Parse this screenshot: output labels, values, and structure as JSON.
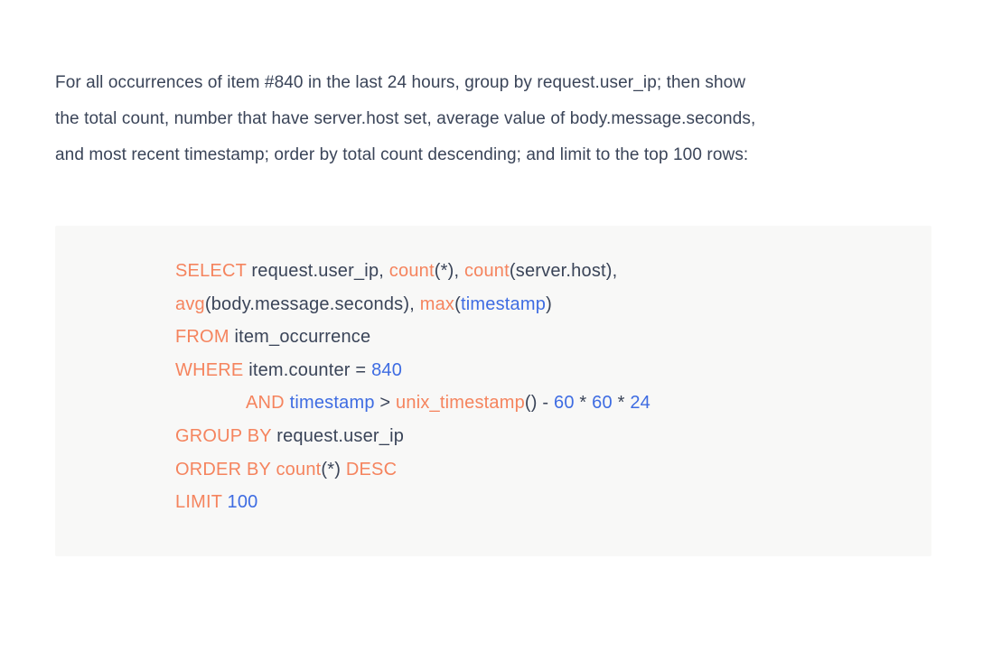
{
  "colors": {
    "page_background": "#FFFFFF",
    "code_background": "#F8F8F7",
    "text": "#3A4458",
    "keyword": "#F5845E",
    "value": "#3E6CE2"
  },
  "prompt": {
    "full_text": "For all occurrences of item #840 in the last 24 hours, group by request.user_ip; then show the total count, number that have server.host set, average value of body.message.seconds, and most recent timestamp; order by total count descending; and limit to the top 100 rows:",
    "lines": [
      "For all occurrences of item #840 in the last 24 hours, group by request.user_ip; then show",
      "the total count, number that have server.host set, average value of body.message.seconds,",
      "and most recent timestamp; order by total count descending; and limit to the top 100 rows:"
    ]
  },
  "code_block": {
    "language": "sql",
    "full_text": "SELECT request.user_ip, count(*), count(server.host), avg(body.message.seconds), max(timestamp) FROM item_occurrence WHERE item.counter = 840 AND timestamp > unix_timestamp() - 60 * 60 * 24 GROUP BY request.user_ip ORDER BY count(*) DESC LIMIT 100",
    "lines": [
      {
        "indent": 0,
        "tokens": [
          {
            "text": "SELECT",
            "type": "kw"
          },
          {
            "text": " request.user_ip, ",
            "type": "plain"
          },
          {
            "text": "count",
            "type": "kw"
          },
          {
            "text": "(*), ",
            "type": "plain"
          },
          {
            "text": "count",
            "type": "kw"
          },
          {
            "text": "(server.host),",
            "type": "plain"
          }
        ]
      },
      {
        "indent": 0,
        "tokens": [
          {
            "text": "avg",
            "type": "kw"
          },
          {
            "text": "(body.message.seconds), ",
            "type": "plain"
          },
          {
            "text": "max",
            "type": "kw"
          },
          {
            "text": "(",
            "type": "plain"
          },
          {
            "text": "timestamp",
            "type": "val"
          },
          {
            "text": ")",
            "type": "plain"
          }
        ]
      },
      {
        "indent": 0,
        "tokens": [
          {
            "text": "FROM",
            "type": "kw"
          },
          {
            "text": " item_occurrence",
            "type": "plain"
          }
        ]
      },
      {
        "indent": 0,
        "tokens": [
          {
            "text": "WHERE",
            "type": "kw"
          },
          {
            "text": " item.counter = ",
            "type": "plain"
          },
          {
            "text": "840",
            "type": "val"
          }
        ]
      },
      {
        "indent": 1,
        "tokens": [
          {
            "text": "AND",
            "type": "kw"
          },
          {
            "text": " ",
            "type": "plain"
          },
          {
            "text": "timestamp",
            "type": "val"
          },
          {
            "text": " > ",
            "type": "plain"
          },
          {
            "text": "unix_timestamp",
            "type": "kw"
          },
          {
            "text": "() - ",
            "type": "plain"
          },
          {
            "text": "60",
            "type": "val"
          },
          {
            "text": " * ",
            "type": "plain"
          },
          {
            "text": "60",
            "type": "val"
          },
          {
            "text": " * ",
            "type": "plain"
          },
          {
            "text": "24",
            "type": "val"
          }
        ]
      },
      {
        "indent": 0,
        "tokens": [
          {
            "text": "GROUP BY",
            "type": "kw"
          },
          {
            "text": " request.user_ip",
            "type": "plain"
          }
        ]
      },
      {
        "indent": 0,
        "tokens": [
          {
            "text": "ORDER BY",
            "type": "kw"
          },
          {
            "text": " ",
            "type": "plain"
          },
          {
            "text": "count",
            "type": "kw"
          },
          {
            "text": "(*) ",
            "type": "plain"
          },
          {
            "text": "DESC",
            "type": "kw"
          }
        ]
      },
      {
        "indent": 0,
        "tokens": [
          {
            "text": "LIMIT",
            "type": "kw"
          },
          {
            "text": " ",
            "type": "plain"
          },
          {
            "text": "100",
            "type": "val"
          }
        ]
      }
    ]
  }
}
